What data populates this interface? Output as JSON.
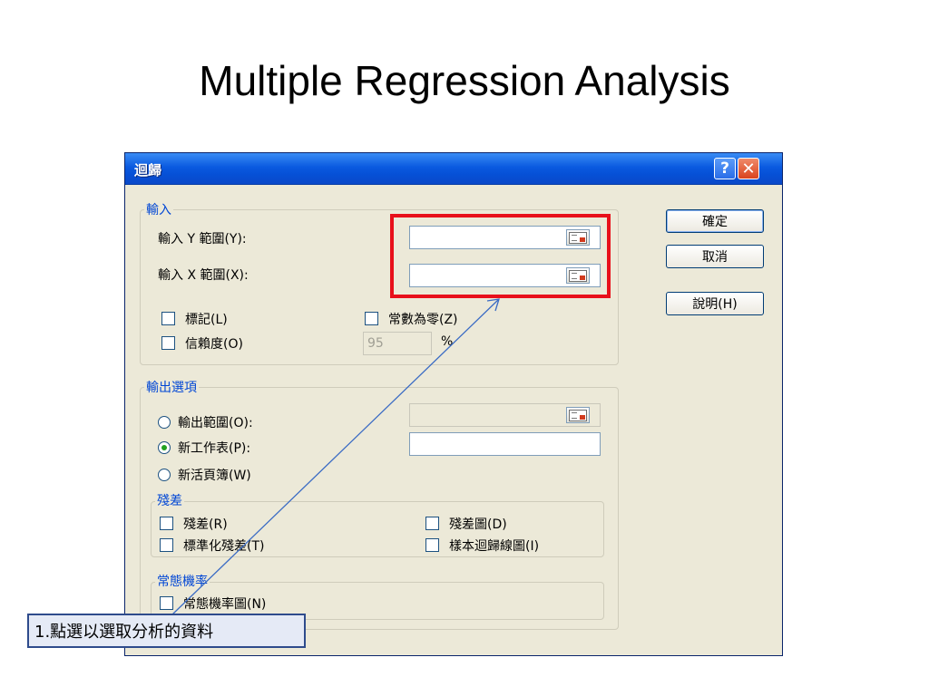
{
  "slide": {
    "title": "Multiple Regression Analysis"
  },
  "dialog": {
    "title": "迴歸",
    "help_glyph": "?",
    "close_glyph": "✕",
    "input_group": {
      "legend": "輸入",
      "y_range_label": "輸入 Y 範圍(Y):",
      "y_range_value": "",
      "x_range_label": "輸入 X 範圍(X):",
      "x_range_value": "",
      "labels_checkbox": "標記(L)",
      "labels_checked": false,
      "const_zero_checkbox": "常數為零(Z)",
      "const_zero_checked": false,
      "confidence_checkbox": "信賴度(O)",
      "confidence_checked": false,
      "confidence_value": "95",
      "percent": "%"
    },
    "output_group": {
      "legend": "輸出選項",
      "output_range_label": "輸出範圍(O):",
      "new_sheet_label": "新工作表(P):",
      "new_workbook_label": "新活頁簿(W)",
      "selected_option": "new_sheet",
      "new_sheet_value": ""
    },
    "residuals_group": {
      "legend": "殘差",
      "residuals": "殘差(R)",
      "standardized_residuals": "標準化殘差(T)",
      "residual_plots": "殘差圖(D)",
      "line_fit_plots": "樣本迴歸線圖(I)"
    },
    "normal_group": {
      "legend": "常態機率",
      "normal_plots": "常態機率圖(N)"
    },
    "buttons": {
      "ok": "確定",
      "cancel": "取消",
      "help": "說明(H)"
    }
  },
  "annotation": {
    "callout_text": "1.點選以選取分析的資料",
    "highlight_color": "#e8101b",
    "arrow_color": "#3a6bc4"
  },
  "colors": {
    "titlebar": "#0a5ae0",
    "dialog_bg": "#ece9d8",
    "group_legend": "#0046d5"
  }
}
